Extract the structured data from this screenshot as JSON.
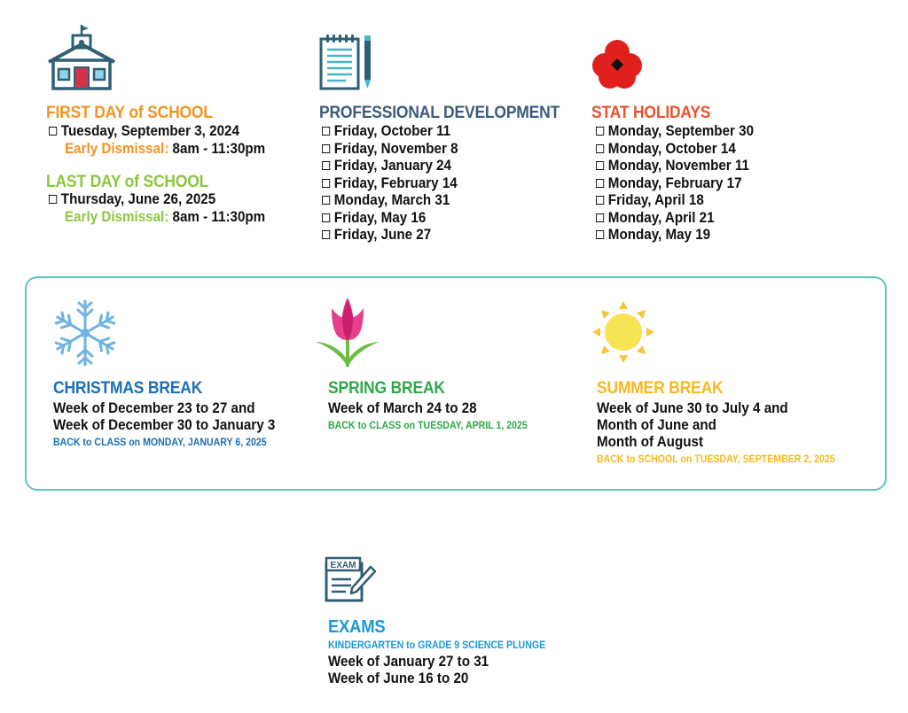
{
  "colors": {
    "first_day": "#f39322",
    "last_day": "#8dc63f",
    "pro_dev": "#3c5a7d",
    "stat": "#e8542c",
    "christmas": "#1a6fb5",
    "spring": "#2ea84a",
    "summer": "#f8b81c",
    "exams": "#1a9ad6",
    "box_border": "#5ac8c0"
  },
  "first_day": {
    "icon": "schoolhouse-icon",
    "title": "FIRST DAY of SCHOOL",
    "date": "Tuesday, September 3, 2024",
    "dismissal_label": "Early Dismissal:",
    "dismissal_time": "8am - 11:30pm"
  },
  "last_day": {
    "title": "LAST DAY of SCHOOL",
    "date": "Thursday, June 26, 2025",
    "dismissal_label": "Early Dismissal:",
    "dismissal_time": "8am - 11:30pm"
  },
  "pro_dev": {
    "icon": "notepad-pen-icon",
    "title": "PROFESSIONAL DEVELOPMENT",
    "dates": [
      "Friday, October 11",
      "Friday, November 8",
      "Friday, January 24",
      "Friday, February 14",
      "Monday, March 31",
      "Friday, May 16",
      "Friday, June 27"
    ]
  },
  "stat": {
    "icon": "poppy-icon",
    "title": "STAT HOLIDAYS",
    "dates": [
      "Monday, September 30",
      "Monday, October 14",
      "Monday, November 11",
      "Monday, February 17",
      "Friday, April 18",
      "Monday, April 21",
      "Monday, May 19"
    ]
  },
  "christmas": {
    "icon": "snowflake-icon",
    "title": "CHRISTMAS BREAK",
    "line1": "Week of December 23 to 27 and",
    "line2": "Week of December 30 to January 3",
    "back": "BACK to CLASS on MONDAY, JANUARY 6, 2025"
  },
  "spring": {
    "icon": "tulip-icon",
    "title": "SPRING BREAK",
    "line1": "Week of March 24 to 28",
    "back": "BACK to CLASS on TUESDAY, APRIL 1, 2025"
  },
  "summer": {
    "icon": "sun-icon",
    "title": "SUMMER BREAK",
    "line1": "Week of June 30 to July 4 and",
    "line2": "Month of June and",
    "line3": "Month of August",
    "back": "BACK to SCHOOL on TUESDAY, SEPTEMBER 2, 2025"
  },
  "exams": {
    "icon": "exam-paper-icon",
    "icon_text": "EXAM",
    "title": "EXAMS",
    "subtitle": "KINDERGARTEN to GRADE 9 SCIENCE PLUNGE",
    "line1": "Week of January 27 to 31",
    "line2": "Week of June 16 to 20"
  }
}
